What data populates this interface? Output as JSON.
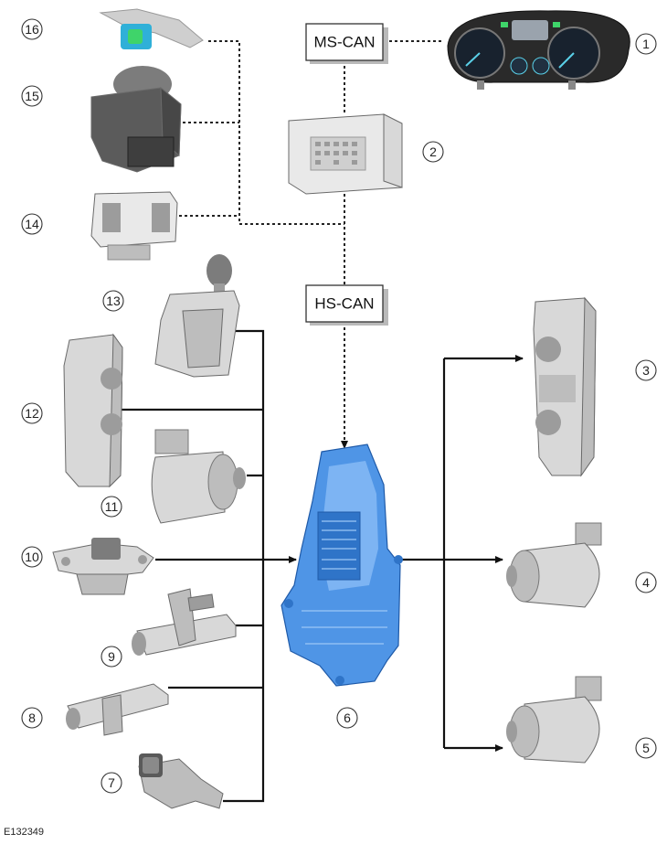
{
  "figure": {
    "reference_code": "E132349",
    "bus_labels": {
      "ms_can": "MS-CAN",
      "hs_can": "HS-CAN"
    },
    "callouts": [
      "1",
      "2",
      "3",
      "4",
      "5",
      "6",
      "7",
      "8",
      "9",
      "10",
      "11",
      "12",
      "13",
      "14",
      "15",
      "16"
    ]
  },
  "colors": {
    "highlight": "#4f95e6",
    "component": "#bdbdbd",
    "line": "#111111"
  }
}
